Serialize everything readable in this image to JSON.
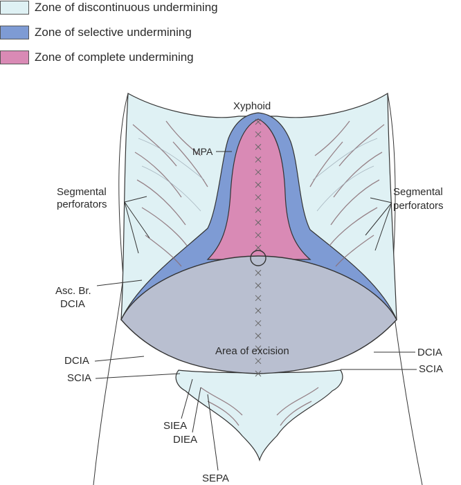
{
  "legend": [
    {
      "label": "Zone of discontinuous undermining",
      "color": "#dff1f4"
    },
    {
      "label": "Zone of selective undermining",
      "color": "#7e9bd4"
    },
    {
      "label": "Zone of complete undermining",
      "color": "#d98ab5"
    }
  ],
  "excision_color": "#b9bfd0",
  "labels": {
    "xyphoid": "Xyphoid",
    "mpa": "MPA",
    "segmental_left_1": "Segmental",
    "segmental_left_2": "perforators",
    "segmental_right_1": "Segmental",
    "segmental_right_2": "perforators",
    "asc_br_1": "Asc. Br.",
    "asc_br_2": "DCIA",
    "area_of_excision": "Area of excision",
    "dcia_left": "DCIA",
    "scia_left": "SCIA",
    "dcia_right": "DCIA",
    "scia_right": "SCIA",
    "siea": "SIEA",
    "diea": "DIEA",
    "sepa": "SEPA"
  }
}
